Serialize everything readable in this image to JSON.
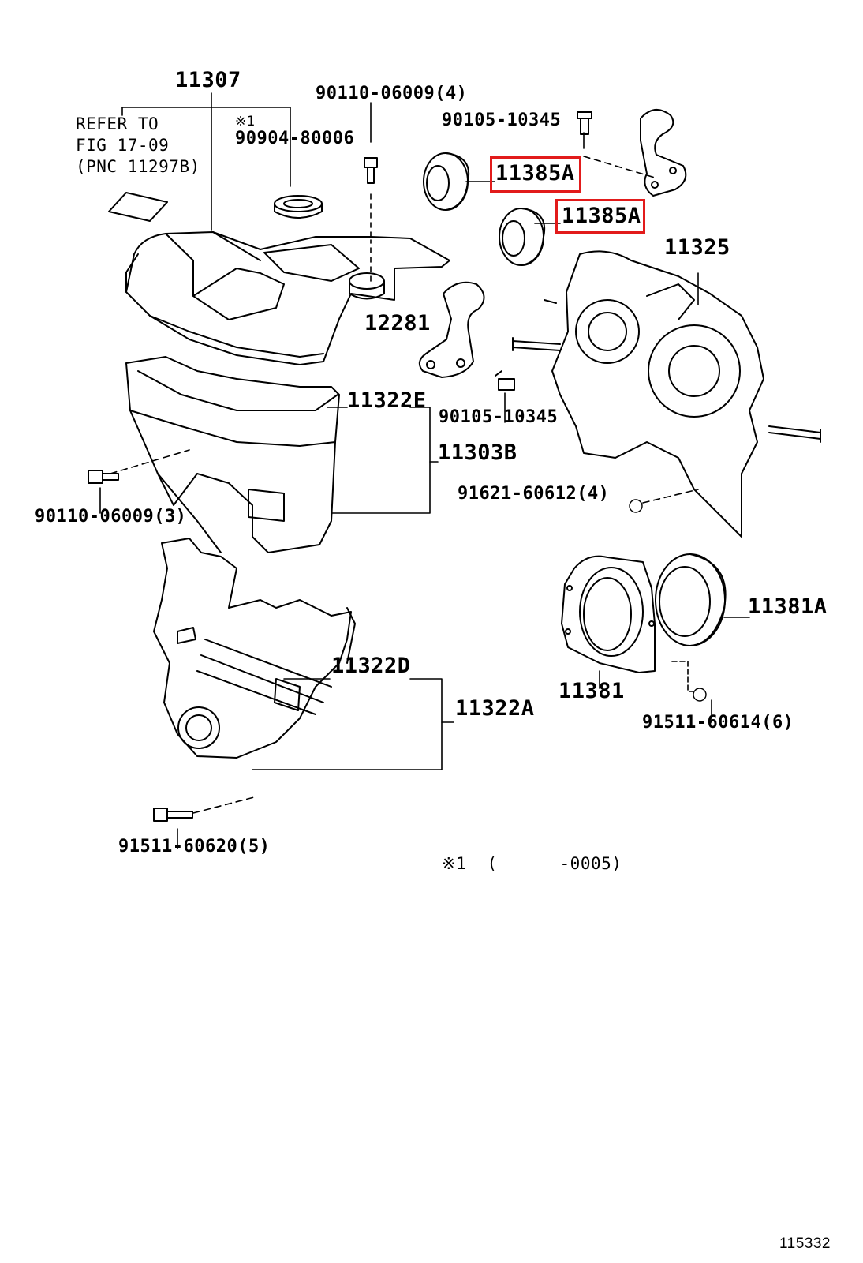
{
  "diagram_id": "115332",
  "highlight_color": "#e21b1b",
  "labels": {
    "p11307": "11307",
    "refer": [
      "REFER TO",
      "FIG 17-09",
      "(PNC 11297B)"
    ],
    "note_mark": "※1",
    "p90904": "90904-80006",
    "p90110_top": "90110-06009(4)",
    "p90105_top": "90105-10345",
    "p11385a_1": "11385A",
    "p11385a_2": "11385A",
    "p11325": "11325",
    "p12281": "12281",
    "p90105_mid": "90105-10345",
    "p11322e": "11322E",
    "p11303b": "11303B",
    "p90110_left": "90110-06009(3)",
    "p91621": "91621-60612(4)",
    "p11381a": "11381A",
    "p11381": "11381",
    "p11322d": "11322D",
    "p11322a": "11322A",
    "p91511_614": "91511-60614(6)",
    "p91511_620": "91511-60620(5)",
    "footnote": "※1  (      -0005)"
  }
}
